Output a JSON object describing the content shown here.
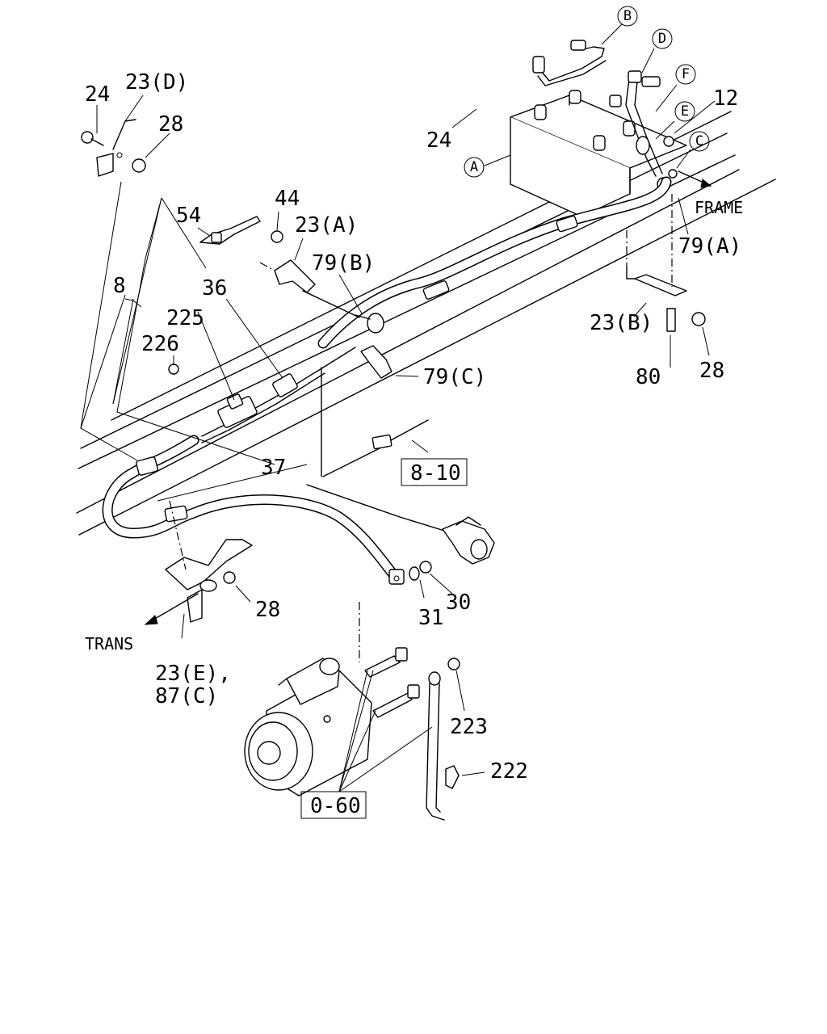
{
  "callouts": {
    "c24a": "24",
    "c23d": "23(D)",
    "c28a": "28",
    "c24b": "24",
    "cB": "B",
    "cD": "D",
    "cF": "F",
    "cE": "E",
    "c12": "12",
    "cC": "C",
    "cA": "A",
    "frame": "FRAME",
    "c79a": "79(A)",
    "c54": "54",
    "c44": "44",
    "c23a": "23(A)",
    "c79b": "79(B)",
    "c36": "36",
    "c8": "8",
    "c225": "225",
    "c226": "226",
    "c23b": "23(B)",
    "c79c": "79(C)",
    "c80": "80",
    "c28b": "28",
    "ref810": "8-10",
    "c37": "37",
    "c28c": "28",
    "trans": "TRANS",
    "c31": "31",
    "c30": "30",
    "c23e": "23(E),",
    "c87c": "87(C)",
    "c223": "223",
    "c222": "222",
    "ref060": "0-60"
  }
}
